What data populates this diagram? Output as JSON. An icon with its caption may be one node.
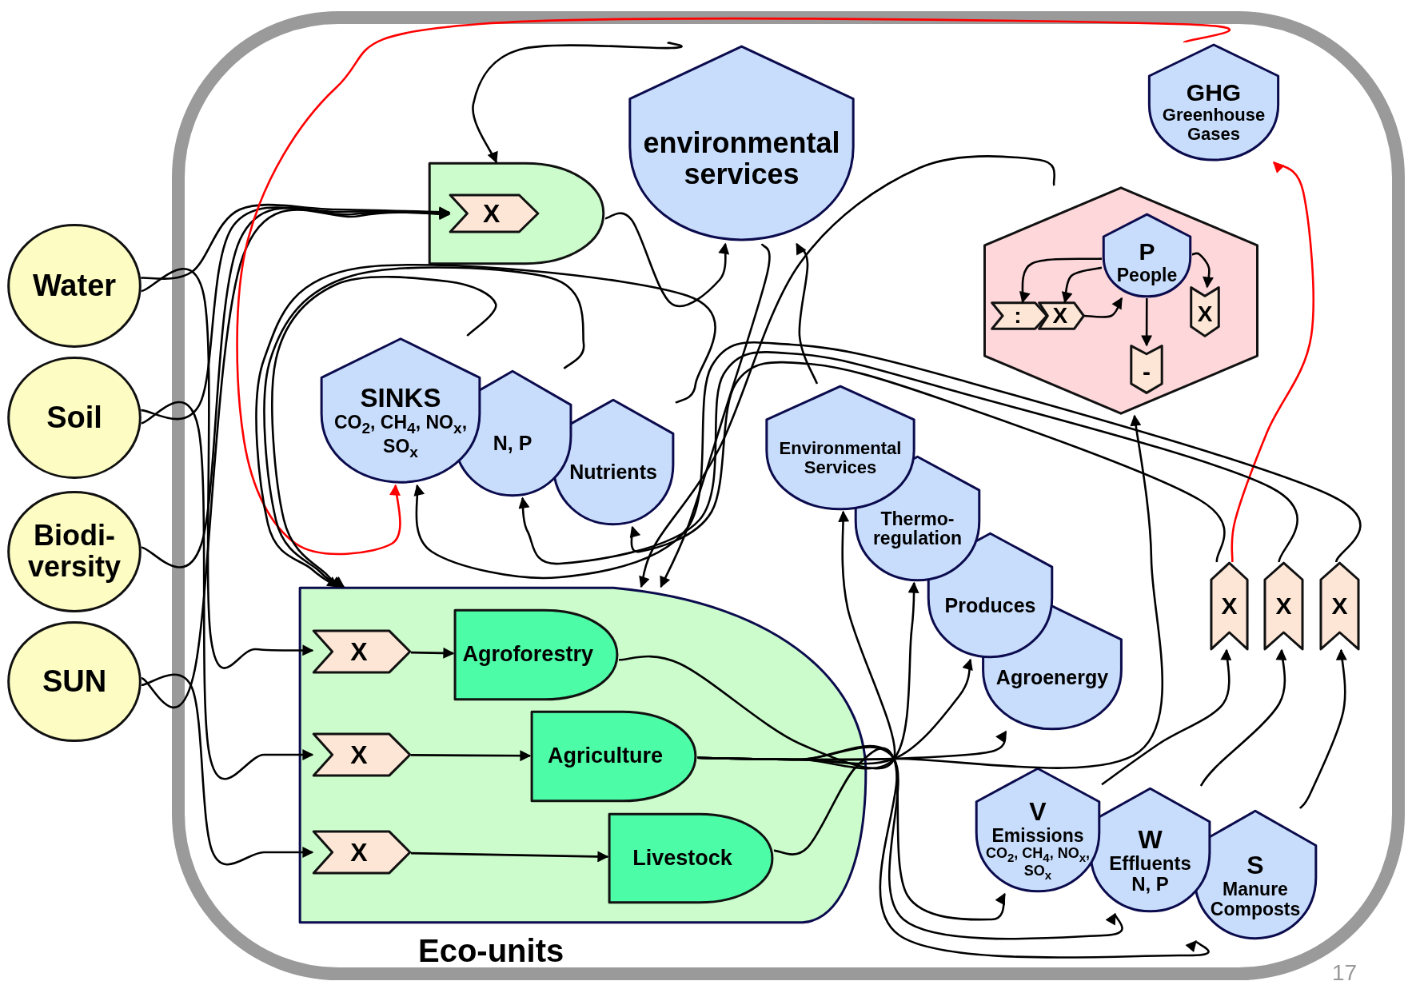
{
  "diagram": {
    "nodes": [
      {
        "text": [],
        "shape": "box"
      },
      {
        "text": [
          "Water"
        ]
      },
      {
        "text": [
          "Soil"
        ]
      },
      {
        "text": [
          "Biodi-versity"
        ]
      },
      {
        "text": [
          "SUN"
        ]
      },
      {
        "text": [
          "environmental services"
        ],
        "in": 0
      },
      {
        "text": [],
        "shape": "box",
        "in": 0
      },
      {
        "text": [
          "X"
        ],
        "in": 6
      },
      {
        "text": [
          "GHG",
          "Greenhouse Gases"
        ],
        "in": 0
      },
      {
        "text": [],
        "shape": "hexagon",
        "in": 0
      },
      {
        "text": [
          "P",
          "People"
        ],
        "in": 9
      },
      {
        "text": [
          ":"
        ],
        "in": 9
      },
      {
        "text": [
          "X"
        ],
        "in": 9
      },
      {
        "text": [
          "X"
        ],
        "in": 9
      },
      {
        "text": [
          "-"
        ],
        "in": 9
      },
      {
        "text": [
          "SINKS",
          "CO$_{2}$, CH$_{4}$, NO$_{x}$, SO$_{x}$"
        ],
        "in": 0
      },
      {
        "text": [
          "N, P"
        ],
        "in": 0
      },
      {
        "text": [
          "Nutrients"
        ],
        "in": 0
      },
      {
        "text": [
          "Environmental Services"
        ],
        "in": 0
      },
      {
        "text": [
          "Thermo-regulation"
        ],
        "in": 0
      },
      {
        "text": [
          "Produces"
        ],
        "in": 0
      },
      {
        "text": [
          "Agroenergy"
        ],
        "in": 0
      },
      {
        "text": [
          "Eco-units"
        ],
        "in": 0
      },
      {
        "text": [
          "X"
        ],
        "in": 22
      },
      {
        "text": [
          "Agroforestry"
        ],
        "in": 22
      },
      {
        "text": [
          "X"
        ],
        "in": 22
      },
      {
        "text": [
          "Agriculture"
        ],
        "in": 22
      },
      {
        "text": [
          "X"
        ],
        "in": 22
      },
      {
        "text": [
          "Livestock"
        ],
        "in": 22
      },
      {
        "text": [
          "X"
        ],
        "in": 0
      },
      {
        "text": [
          "X"
        ],
        "in": 0
      },
      {
        "text": [
          "X"
        ],
        "in": 0
      },
      {
        "text": [
          "V",
          "Emissions",
          "CO$_{2}$, CH$_{4}$, NO$_{x}$, SO$_{x}$"
        ],
        "in": 0
      },
      {
        "text": [
          "W",
          "Effluents",
          "N, P"
        ],
        "in": 0
      },
      {
        "text": [
          "S",
          "Manure Composts"
        ],
        "in": 0
      }
    ],
    "edges": [
      {
        "from": 1,
        "to": 7,
        "arrow": "to"
      },
      {
        "from": 2,
        "to": 7,
        "arrow": "to"
      },
      {
        "from": 3,
        "to": 7,
        "arrow": "to"
      },
      {
        "from": 4,
        "to": 7,
        "arrow": "to"
      },
      {
        "from": 1,
        "to": 23,
        "arrow": "to"
      },
      {
        "from": 2,
        "to": 25,
        "arrow": "to"
      },
      {
        "from": 4,
        "to": 27,
        "arrow": "to"
      },
      {
        "from": 5,
        "to": 6,
        "arrow": "to"
      },
      {
        "from": 6,
        "to": 5,
        "arrow": "to"
      },
      {
        "from": 8,
        "to": 15,
        "arrow": "to",
        "color": "#ff0000"
      },
      {
        "from": 29,
        "to": 8,
        "arrow": "to",
        "color": "#ff0000"
      },
      {
        "from": 9,
        "to": 22,
        "arrow": "to"
      },
      {
        "from": 5,
        "to": 22,
        "arrow": "to"
      },
      {
        "from": 18,
        "to": 5,
        "arrow": "to"
      },
      {
        "from": 24,
        "to": 18,
        "arrow": "to"
      },
      {
        "from": 26,
        "to": 19,
        "arrow": "to"
      },
      {
        "from": 26,
        "to": 20,
        "arrow": "to"
      },
      {
        "from": 26,
        "to": 21,
        "arrow": "to"
      },
      {
        "from": 28,
        "to": 32,
        "arrow": "to"
      },
      {
        "from": 26,
        "to": 33,
        "arrow": "to"
      },
      {
        "from": 26,
        "to": 34,
        "arrow": "to"
      },
      {
        "from": 26,
        "to": 9,
        "arrow": "to"
      },
      {
        "from": 29,
        "to": 17,
        "arrow": "to"
      },
      {
        "from": 30,
        "to": 16,
        "arrow": "to"
      },
      {
        "from": 31,
        "to": 15,
        "arrow": "to"
      },
      {
        "from": 15,
        "to": 22,
        "arrow": "to"
      },
      {
        "from": 16,
        "to": 22,
        "arrow": "to"
      },
      {
        "from": 17,
        "to": 22,
        "arrow": "to"
      },
      {
        "from": 10,
        "to": 11,
        "arrow": "to"
      },
      {
        "from": 10,
        "to": 12,
        "arrow": "to"
      },
      {
        "from": 12,
        "to": 10,
        "arrow": "to"
      },
      {
        "from": 10,
        "to": 13,
        "arrow": "to"
      },
      {
        "from": 10,
        "to": 14,
        "arrow": "to"
      },
      {
        "from": 32,
        "to": 29,
        "arrow": "to"
      },
      {
        "from": 33,
        "to": 30,
        "arrow": "to"
      },
      {
        "from": 34,
        "to": 31,
        "arrow": "to"
      },
      {
        "from": 23,
        "to": 24,
        "arrow": "to"
      },
      {
        "from": 25,
        "to": 26,
        "arrow": "to"
      },
      {
        "from": 27,
        "to": 28,
        "arrow": "to"
      }
    ],
    "labels": [
      "17"
    ]
  }
}
